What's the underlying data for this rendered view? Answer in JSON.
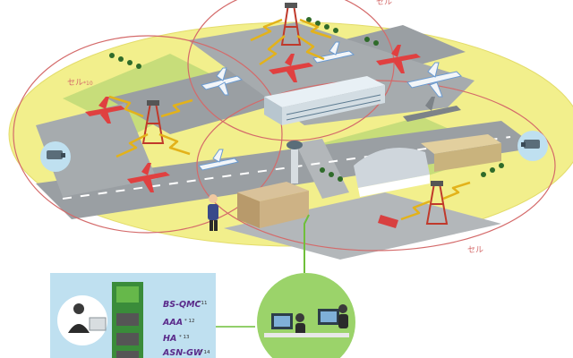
{
  "labels": {
    "cell_top": "セル",
    "cell_left": "セル",
    "cell_left_note": "*10",
    "cell_bottom": "セル"
  },
  "legend": {
    "items": [
      {
        "text": "BS-QMC",
        "note": "* 11"
      },
      {
        "text": "AAA",
        "note": "* 12"
      },
      {
        "text": "HA",
        "note": "* 13"
      },
      {
        "text": "ASN-GW",
        "note": "* 14"
      }
    ]
  },
  "colors": {
    "ground": "#f2ef8c",
    "tarmac": "#9a9fa3",
    "cell_line": "#d46a6a",
    "grass": "#a8c85a",
    "legend_panel": "#bfe0f0",
    "control_room": "#9bd36a",
    "link_green": "#6fbf3a",
    "label_purple": "#5a2a8a"
  }
}
